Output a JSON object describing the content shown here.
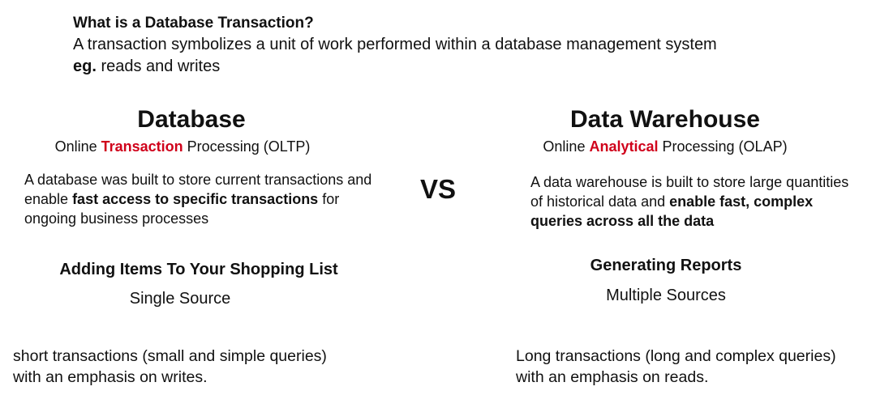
{
  "intro": {
    "heading": "What is a Database Transaction?",
    "definition": "A transaction symbolizes a unit of work performed within a database management system",
    "example_prefix": "eg.",
    "example_text": " reads and writes"
  },
  "vs_label": "VS",
  "database": {
    "title": "Database",
    "subtitle_pre": "Online ",
    "subtitle_highlight": "Transaction",
    "subtitle_post": " Processing (OLTP)",
    "desc_plain": "A database was built to store current transactions and enable ",
    "desc_bold": "fast access to specific transactions",
    "desc_tail": " for ongoing business processes",
    "example_title": "Adding Items To Your Shopping List",
    "example_source": "Single Source",
    "bottom_line1": "short transactions (small and simple queries)",
    "bottom_line2": "with an emphasis on writes."
  },
  "warehouse": {
    "title": "Data Warehouse",
    "subtitle_pre": "Online ",
    "subtitle_highlight": "Analytical",
    "subtitle_post": " Processing (OLAP)",
    "desc_plain": "A data warehouse is built to store large quantities of historical data and ",
    "desc_bold": "enable fast, complex queries across all the data",
    "example_title": "Generating Reports",
    "example_source": "Multiple Sources",
    "bottom_line1": "Long transactions (long and complex queries)",
    "bottom_line2": "with an emphasis on reads."
  },
  "colors": {
    "highlight": "#d0021b",
    "text": "#111111",
    "background": "#ffffff"
  }
}
